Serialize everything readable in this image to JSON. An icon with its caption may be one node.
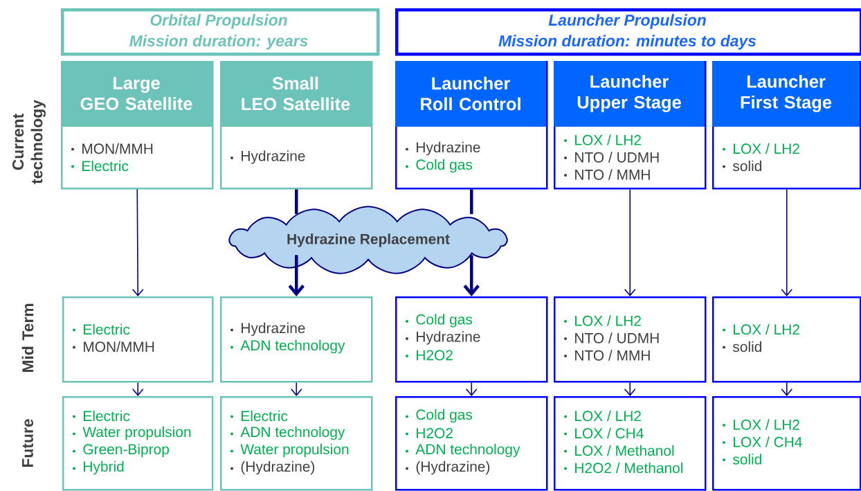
{
  "diagram": {
    "nodes": [
      {
        "text": [
          "Orbital Propulsion",
          "Mission duration: years"
        ]
      },
      {
        "text": [
          "Launcher Propulsion",
          "Mission duration: minutes to days"
        ]
      },
      {
        "text": [
          "Large GEO Satellite",
          "MON/MMH",
          "Electric"
        ]
      },
      {
        "text": [
          "Small LEO Satellite",
          "Hydrazine"
        ]
      },
      {
        "text": [
          "Launcher Roll Control",
          "Hydrazine",
          "Cold gas"
        ]
      },
      {
        "text": [
          "Launcher Upper Stage",
          "LOX / LH2",
          "NTO / UDMH",
          "NTO / MMH"
        ]
      },
      {
        "text": [
          "Launcher First Stage",
          "LOX / LH2",
          "solid"
        ]
      },
      {
        "text": [
          "Hydrazine Replacement"
        ]
      },
      {
        "text": [
          "Electric",
          "MON/MMH"
        ]
      },
      {
        "text": [
          "Hydrazine",
          "ADN technology"
        ]
      },
      {
        "text": [
          "Cold gas",
          "Hydrazine",
          "H2O2"
        ]
      },
      {
        "text": [
          "LOX / LH2",
          "NTO / UDMH",
          "NTO / MMH"
        ]
      },
      {
        "text": [
          "LOX / LH2",
          "solid"
        ]
      },
      {
        "text": [
          "Electric",
          "Water propulsion",
          "Green-Biprop",
          "Hybrid"
        ]
      },
      {
        "text": [
          "Electric",
          "ADN technology",
          "Water propulsion",
          "(Hydrazine)"
        ]
      },
      {
        "text": [
          "Cold gas",
          "H2O2",
          "ADN technology",
          "(Hydrazine)"
        ]
      },
      {
        "text": [
          "LOX / LH2",
          "LOX / CH4",
          "LOX / Methanol",
          "H2O2 / Methanol"
        ]
      },
      {
        "text": [
          "LOX / LH2",
          "LOX / CH4",
          "solid"
        ]
      }
    ],
    "edges": [
      {
        "from": 2,
        "to": 8,
        "arrow": "to"
      },
      {
        "from": 3,
        "to": 7,
        "arrow": "none",
        "style": "thick"
      },
      {
        "from": 7,
        "to": 9,
        "arrow": "to",
        "style": "thick"
      },
      {
        "from": 4,
        "to": 7,
        "arrow": "none",
        "style": "thick"
      },
      {
        "from": 7,
        "to": 10,
        "arrow": "to",
        "style": "thick"
      },
      {
        "from": 5,
        "to": 11,
        "arrow": "to"
      },
      {
        "from": 6,
        "to": 12,
        "arrow": "to"
      },
      {
        "from": 8,
        "to": 13,
        "arrow": "to"
      },
      {
        "from": 9,
        "to": 14,
        "arrow": "to"
      },
      {
        "from": 10,
        "to": 15,
        "arrow": "to"
      },
      {
        "from": 11,
        "to": 16,
        "arrow": "to"
      },
      {
        "from": 12,
        "to": 17,
        "arrow": "to"
      }
    ],
    "labels": [
      "Current technology",
      "Mid Term",
      "Future"
    ]
  }
}
